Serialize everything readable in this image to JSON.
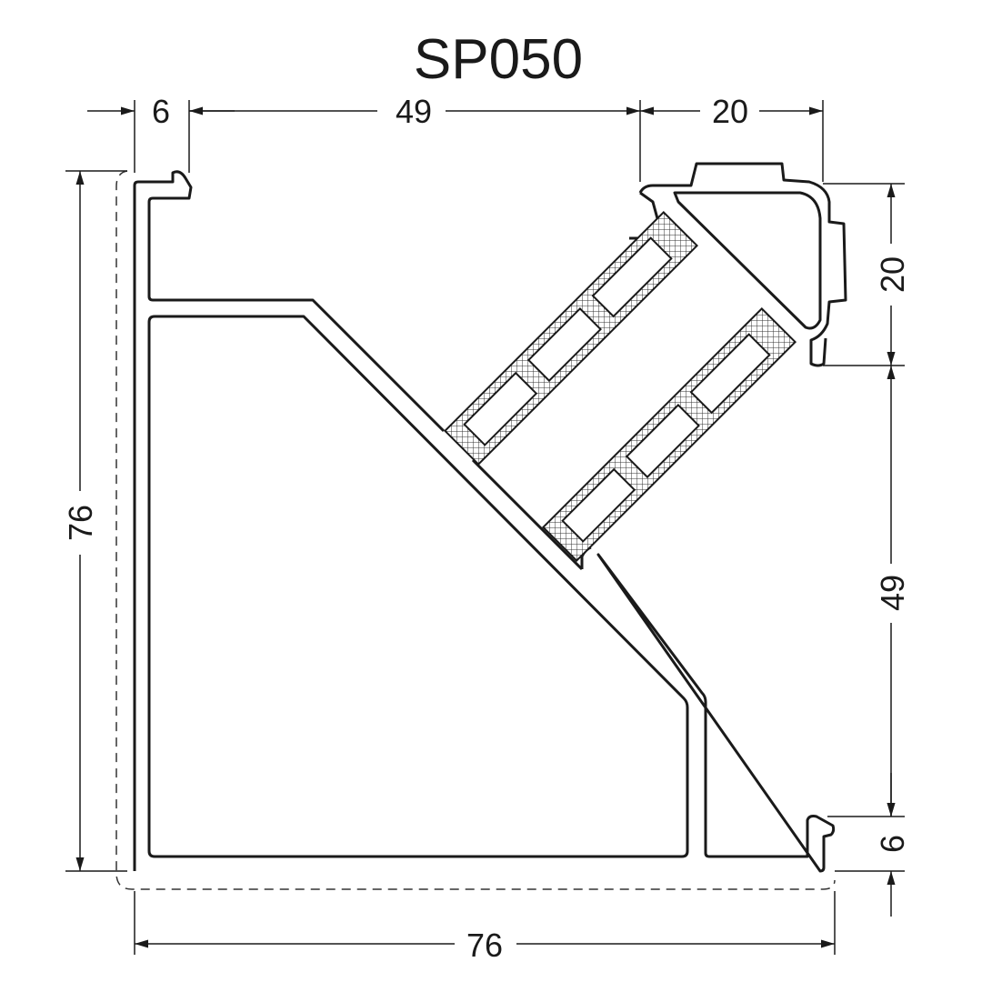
{
  "title": "SP050",
  "dimensions": {
    "top_left_lip": "6",
    "top_span": "49",
    "top_right": "20",
    "left_height": "76",
    "right_top": "20",
    "right_middle": "49",
    "right_bottom": "6",
    "bottom_width": "76"
  },
  "colors": {
    "line": "#1a1a1a",
    "background": "#ffffff"
  }
}
